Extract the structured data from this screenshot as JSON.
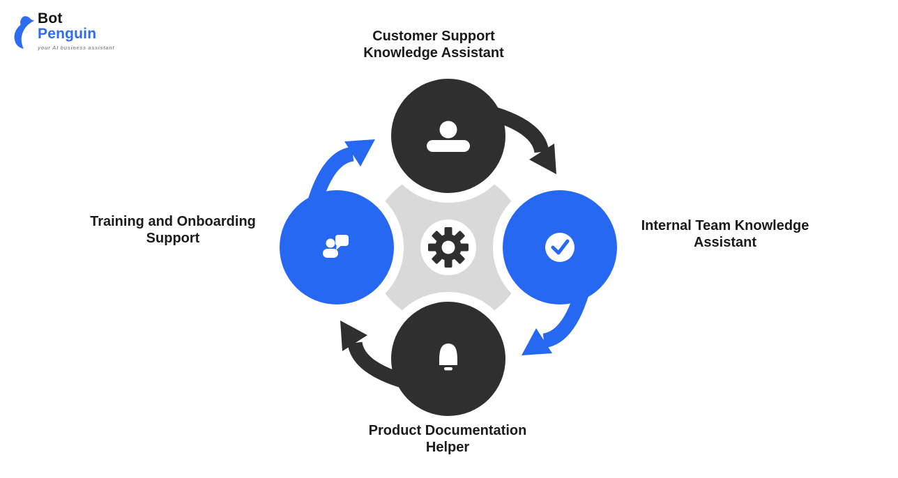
{
  "logo": {
    "brand_top": "Bot",
    "brand_bottom": "Penguin",
    "tagline": "your AI business assistant"
  },
  "colors": {
    "blue": "#2668F2",
    "dark": "#302F2F",
    "gray_ring": "#D9D9D9",
    "label_text": "#1B1B1B",
    "logo_blue": "#2D6BF0",
    "brand_black": "#121212",
    "tagline_gray": "#8E939B",
    "icon_white": "#FFFFFF"
  },
  "diagram": {
    "center_icon": "gear-icon",
    "flow": "clockwise",
    "nodes": [
      {
        "position": "top",
        "label_line1": "Customer Support",
        "label_line2": "Knowledge Assistant",
        "icon": "user-icon",
        "color": "#302F2F"
      },
      {
        "position": "right",
        "label_line1": "Internal Team Knowledge",
        "label_line2": "Assistant",
        "icon": "check-badge-icon",
        "color": "#2668F2"
      },
      {
        "position": "bottom",
        "label_line1": "Product Documentation",
        "label_line2": "Helper",
        "icon": "bell-icon",
        "color": "#302F2F"
      },
      {
        "position": "left",
        "label_line1": "Training and Onboarding",
        "label_line2": "Support",
        "icon": "person-chat-icon",
        "color": "#2668F2"
      }
    ]
  }
}
